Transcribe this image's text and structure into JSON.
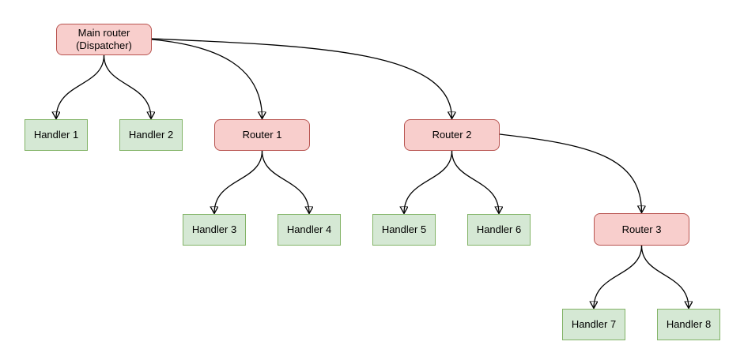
{
  "diagram": {
    "kind": "tree-flowchart",
    "colors": {
      "background": "#ffffff",
      "router_fill": "#f8cecc",
      "router_stroke": "#b85450",
      "handler_fill": "#d5e8d4",
      "handler_stroke": "#82b366",
      "edge_stroke": "#000000",
      "text": "#000000"
    },
    "nodes": {
      "main_router": {
        "label": "Main router\n(Dispatcher)",
        "kind": "router"
      },
      "router_1": {
        "label": "Router 1",
        "kind": "router"
      },
      "router_2": {
        "label": "Router 2",
        "kind": "router"
      },
      "router_3": {
        "label": "Router 3",
        "kind": "router"
      },
      "handler_1": {
        "label": "Handler 1",
        "kind": "handler"
      },
      "handler_2": {
        "label": "Handler 2",
        "kind": "handler"
      },
      "handler_3": {
        "label": "Handler 3",
        "kind": "handler"
      },
      "handler_4": {
        "label": "Handler 4",
        "kind": "handler"
      },
      "handler_5": {
        "label": "Handler 5",
        "kind": "handler"
      },
      "handler_6": {
        "label": "Handler 6",
        "kind": "handler"
      },
      "handler_7": {
        "label": "Handler 7",
        "kind": "handler"
      },
      "handler_8": {
        "label": "Handler 8",
        "kind": "handler"
      }
    },
    "edges": [
      {
        "from": "main_router",
        "to": "handler_1"
      },
      {
        "from": "main_router",
        "to": "handler_2"
      },
      {
        "from": "main_router",
        "to": "router_1"
      },
      {
        "from": "main_router",
        "to": "router_2"
      },
      {
        "from": "router_1",
        "to": "handler_3"
      },
      {
        "from": "router_1",
        "to": "handler_4"
      },
      {
        "from": "router_2",
        "to": "handler_5"
      },
      {
        "from": "router_2",
        "to": "handler_6"
      },
      {
        "from": "router_2",
        "to": "router_3"
      },
      {
        "from": "router_3",
        "to": "handler_7"
      },
      {
        "from": "router_3",
        "to": "handler_8"
      }
    ]
  }
}
